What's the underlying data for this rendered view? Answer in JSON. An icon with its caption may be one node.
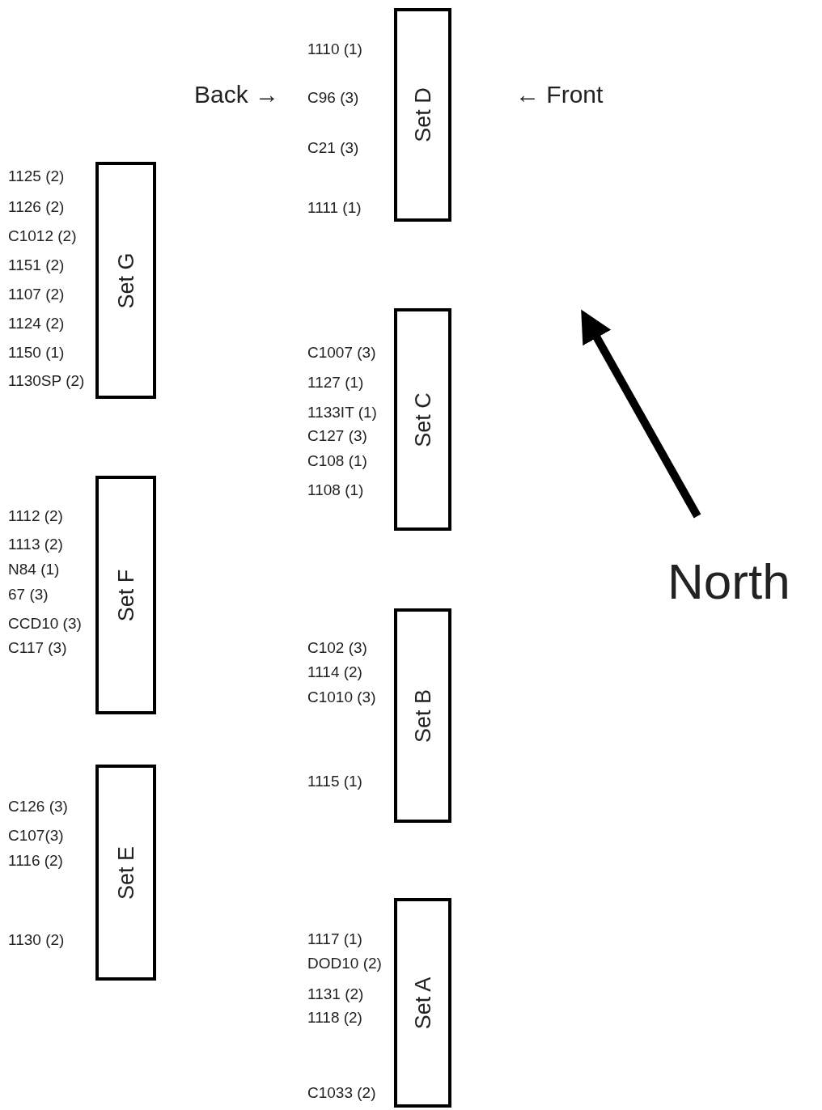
{
  "diagram": {
    "nodes": [
      {
        "text": [
          "Set D"
        ],
        "beside": [
          "1110 (1)",
          "C96 (3)",
          "C21 (3)",
          "1111 (1)"
        ]
      },
      {
        "text": [
          "Set G"
        ],
        "beside": [
          "1125 (2)",
          "1126 (2)",
          "C1012 (2)",
          "1151 (2)",
          "1107 (2)",
          "1124 (2)",
          "1150 (1)",
          "1130SP (2)"
        ]
      },
      {
        "text": [
          "Set C"
        ],
        "beside": [
          "C1007 (3)",
          "1127 (1)",
          "1133IT (1)",
          "C127 (3)",
          "C108 (1)",
          "1108 (1)"
        ]
      },
      {
        "text": [
          "Set F"
        ],
        "beside": [
          "1112 (2)",
          "1113 (2)",
          "N84 (1)",
          "67 (3)",
          "CCD10 (3)",
          "C117 (3)"
        ]
      },
      {
        "text": [
          "Set B"
        ],
        "beside": [
          "C102 (3)",
          "1114 (2)",
          "C1010 (3)",
          "1115 (1)"
        ]
      },
      {
        "text": [
          "Set E"
        ],
        "beside": [
          "C126 (3)",
          "C107(3)",
          "1116 (2)",
          "1130 (2)"
        ]
      },
      {
        "text": [
          "Set A"
        ],
        "beside": [
          "1117 (1)",
          "DOD10 (2)",
          "1131 (2)",
          "1118 (2)",
          "C1033 (2)"
        ]
      }
    ],
    "labels": [
      "Back →",
      "← Front",
      "North"
    ]
  }
}
